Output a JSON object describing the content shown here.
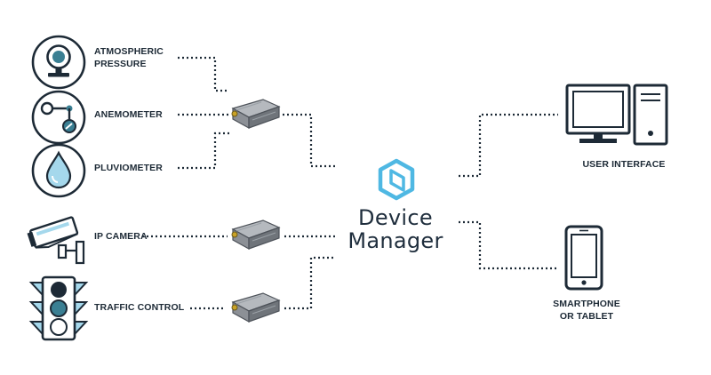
{
  "sensors": [
    {
      "label": "ATMOSPHERIC\nPRESSURE",
      "icon": "pressure-gauge-icon"
    },
    {
      "label": "ANEMOMETER",
      "icon": "anemometer-icon"
    },
    {
      "label": "PLUVIOMETER",
      "icon": "rain-drop-icon"
    },
    {
      "label": "IP CAMERA",
      "icon": "ip-camera-icon"
    },
    {
      "label": "TRAFFIC CONTROL",
      "icon": "traffic-light-icon"
    }
  ],
  "device_manager": {
    "line1": "Device",
    "line2": "Manager",
    "brand_color": "#4fb8e3"
  },
  "endpoints": [
    {
      "label": "USER INTERFACE",
      "icon": "desktop-computer-icon"
    },
    {
      "label": "SMARTPHONE\nOR TABLET",
      "icon": "smartphone-icon"
    }
  ],
  "colors": {
    "outline": "#1d2a36",
    "teal_fill": "#3a7f93",
    "light_blue": "#a5d8ec",
    "router_gray": "#7d8187",
    "dotted_line": "#1d2a36"
  }
}
